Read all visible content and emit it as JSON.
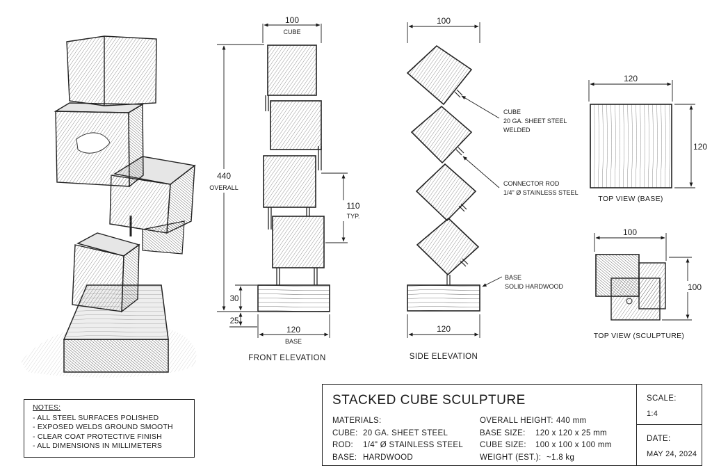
{
  "colors": {
    "ink": "#1a1a1a",
    "paper": "#ffffff",
    "hatch": "#555555"
  },
  "front_elevation": {
    "label": "FRONT ELEVATION",
    "cube_width": "100",
    "cube_label": "CUBE",
    "overall_height": "440",
    "overall_label": "OVERALL",
    "spacing": "110",
    "spacing_label": "TYP.",
    "base_thickness": "30",
    "bottom_offset": "25",
    "base_width": "120",
    "base_label": "BASE"
  },
  "side_elevation": {
    "label": "SIDE ELEVATION",
    "top_width": "100",
    "base_width": "120",
    "callouts": {
      "cube": [
        "CUBE",
        "20 GA. SHEET STEEL",
        "WELDED"
      ],
      "rod": [
        "CONNECTOR ROD",
        "1/4\" Ø STAINLESS STEEL"
      ],
      "base": [
        "BASE",
        "SOLID HARDWOOD"
      ]
    }
  },
  "top_view_base": {
    "label": "TOP VIEW (BASE)",
    "width": "120",
    "depth": "120"
  },
  "top_view_sculpture": {
    "label": "TOP VIEW (SCULPTURE)",
    "width": "100",
    "depth": "100"
  },
  "notes": {
    "heading": "NOTES:",
    "items": [
      "- ALL STEEL SURFACES POLISHED",
      "- EXPOSED WELDS GROUND SMOOTH",
      "- CLEAR COAT PROTECTIVE FINISH",
      "- ALL DIMENSIONS IN MILLIMETERS"
    ]
  },
  "title_block": {
    "title": "STACKED CUBE SCULPTURE",
    "materials_heading": "MATERIALS:",
    "materials": [
      {
        "key": "CUBE:",
        "value": "20 GA. SHEET STEEL"
      },
      {
        "key": "ROD:",
        "value": "1/4\" Ø STAINLESS STEEL"
      },
      {
        "key": "BASE:",
        "value": "HARDWOOD"
      }
    ],
    "specs": [
      {
        "key": "OVERALL HEIGHT:",
        "value": "440 mm"
      },
      {
        "key": "BASE SIZE:",
        "value": "120 x 120 x 25 mm"
      },
      {
        "key": "CUBE SIZE:",
        "value": "100 x 100 x 100 mm"
      },
      {
        "key": "WEIGHT (EST.):",
        "value": "~1.8 kg"
      }
    ],
    "scale_label": "SCALE:",
    "scale_value": "1:4",
    "date_label": "DATE:",
    "date_value": "MAY 24, 2024"
  }
}
